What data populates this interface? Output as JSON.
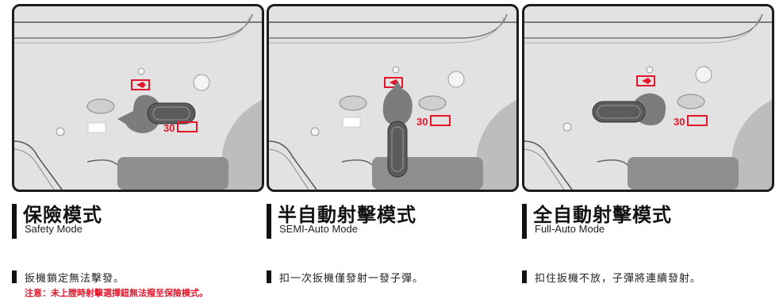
{
  "panels": [
    {
      "title_zh": "保險模式",
      "title_en": "Safety Mode",
      "description": "扳機鎖定無法擊發。",
      "note": "注意：未上膛時射擊選擇鈕無法撥至保險模式。",
      "fire_label": "30"
    },
    {
      "title_zh": "半自動射擊模式",
      "title_en": "SEMI-Auto Mode",
      "description": "扣一次扳機僅發射一發子彈。",
      "fire_label": "30"
    },
    {
      "title_zh": "全自動射擊模式",
      "title_en": "Full-Auto Mode",
      "description": "扣住扳機不放，子彈將連續發射。",
      "fire_label": "30"
    }
  ],
  "colors": {
    "accent": "#e5162b",
    "frame": "#1d1d1d",
    "body": "#e2e2e2",
    "grip": "#8f8f8f"
  }
}
